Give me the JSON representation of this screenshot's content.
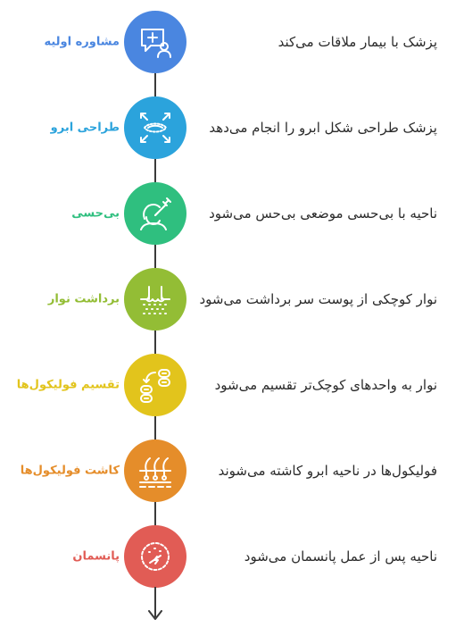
{
  "steps": [
    {
      "title": "مشاوره اولیه",
      "description": "پزشک با بیمار ملاقات می‌کند",
      "color": "#4a86e0",
      "icon": "doctor-consultation-icon"
    },
    {
      "title": "طراحی ابرو",
      "description": "پزشک طراحی شکل ابرو را انجام می‌دهد",
      "color": "#2ba3dc",
      "icon": "eyebrow-design-icon"
    },
    {
      "title": "بی‌حسی",
      "description": "ناحیه با بی‌حسی موضعی بی‌حس می‌شود",
      "color": "#2fbf7f",
      "icon": "anesthesia-syringe-icon"
    },
    {
      "title": "برداشت نوار",
      "description": "نوار کوچکی از پوست سر برداشت می‌شود",
      "color": "#93bd35",
      "icon": "skin-strip-icon"
    },
    {
      "title": "تقسیم فولیکول‌ها",
      "description": "نوار به واحدهای کوچک‌تر تقسیم می‌شود",
      "color": "#e2c41c",
      "icon": "follicle-division-icon"
    },
    {
      "title": "کاشت فولیکول‌ها",
      "description": "فولیکول‌ها در ناحیه ابرو کاشته می‌شوند",
      "color": "#e58d2a",
      "icon": "follicle-implant-icon"
    },
    {
      "title": "پانسمان",
      "description": "ناحیه پس از عمل پانسمان می‌شود",
      "color": "#e15c55",
      "icon": "bandage-face-icon"
    }
  ]
}
